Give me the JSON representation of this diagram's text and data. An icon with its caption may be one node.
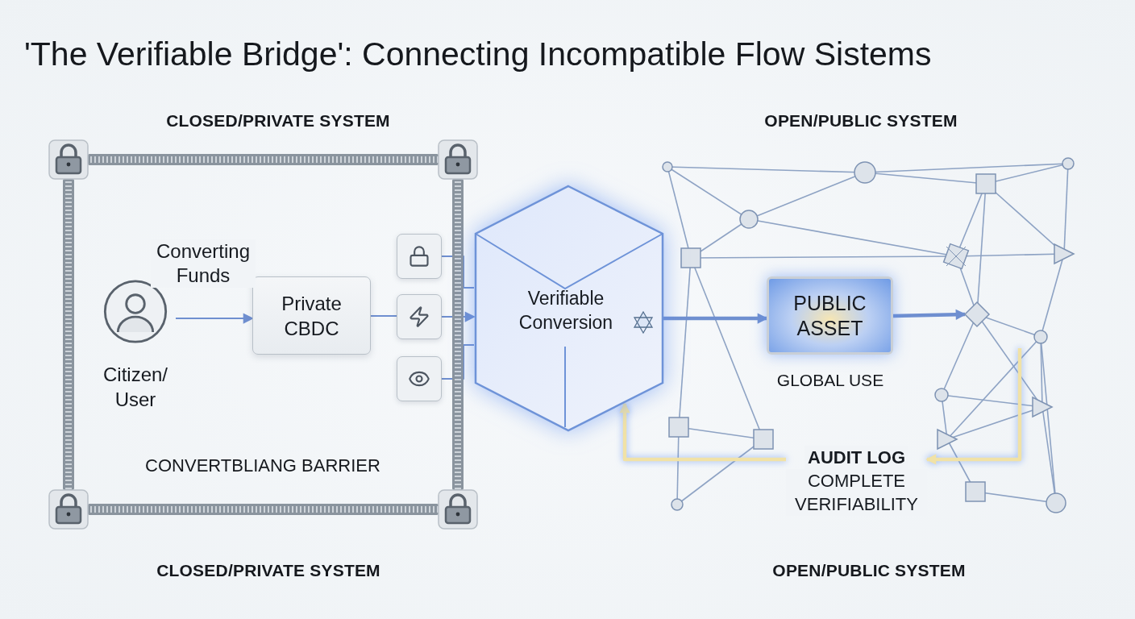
{
  "diagram": {
    "title": "'The Verifiable Bridge': Connecting Incompatible Flow Sistems",
    "nodes": [
      {
        "text": [
          "CONVERTBLIANG BARRIER"
        ]
      },
      {
        "text": [
          "Citizen/ User"
        ],
        "in": 0
      },
      {
        "text": [
          "Private CBDC"
        ],
        "in": 0
      },
      {
        "text": [],
        "shape": "box",
        "in": 0
      },
      {
        "text": [],
        "shape": "box",
        "in": 0
      },
      {
        "text": [],
        "shape": "box",
        "in": 0
      },
      {
        "text": [
          "Verifiable Conversion"
        ]
      },
      {
        "text": [
          "PUBLIC ASSET"
        ],
        "beside": [
          "GLOBAL USE"
        ]
      },
      {
        "text": [],
        "shape": "diamond"
      },
      {
        "text": [
          "AUDIT LOG",
          "COMPLETE VERIFIABILITY"
        ]
      }
    ],
    "edges": [
      {
        "from": 1,
        "to": 2,
        "arrow": "to",
        "label": "Converting Funds"
      },
      {
        "from": 2,
        "to": 4,
        "arrow": "none"
      },
      {
        "from": 3,
        "to": 6,
        "arrow": "none"
      },
      {
        "from": 4,
        "to": 6,
        "arrow": "to"
      },
      {
        "from": 5,
        "to": 6,
        "arrow": "none"
      },
      {
        "from": 6,
        "to": 7,
        "arrow": "to",
        "style": "thick"
      },
      {
        "from": 7,
        "to": 8,
        "arrow": "to",
        "style": "thick"
      },
      {
        "from": null,
        "to": 9,
        "arrow": "to",
        "style": "thick",
        "color": "#f1e2a6"
      },
      {
        "from": 9,
        "to": 6,
        "arrow": "to",
        "style": "thick",
        "color": "#f1e2a6"
      }
    ],
    "labels": [
      "CLOSED/PRIVATE SYSTEM",
      "OPEN/PUBLIC SYSTEM",
      "CLOSED/PRIVATE SYSTEM",
      "OPEN/PUBLIC SYSTEM"
    ]
  }
}
